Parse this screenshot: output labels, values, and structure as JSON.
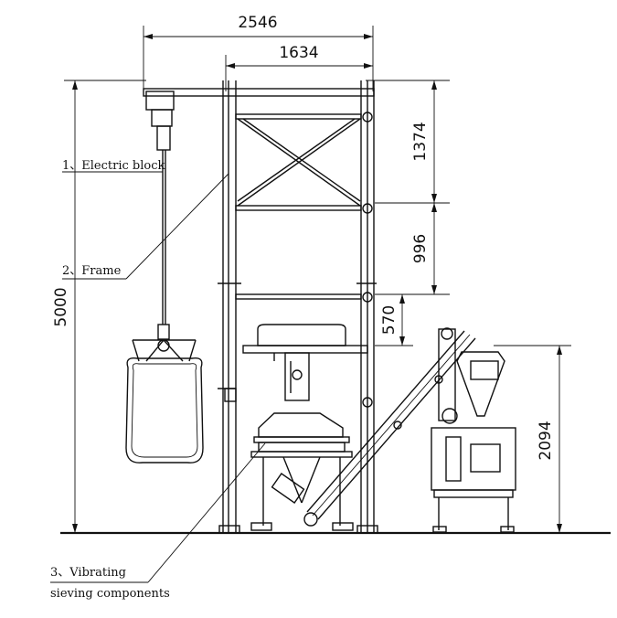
{
  "dimensions": {
    "overall_width": "2546",
    "frame_width": "1634",
    "total_height": "5000",
    "top_section": "1374",
    "middle_section": "996",
    "lower_section": "570",
    "packer_height": "2094"
  },
  "labels": {
    "electric_block": "1、Electric block",
    "frame": "2、Frame",
    "vibrating_line1": "3、Vibrating",
    "vibrating_line2": "sieving components"
  }
}
